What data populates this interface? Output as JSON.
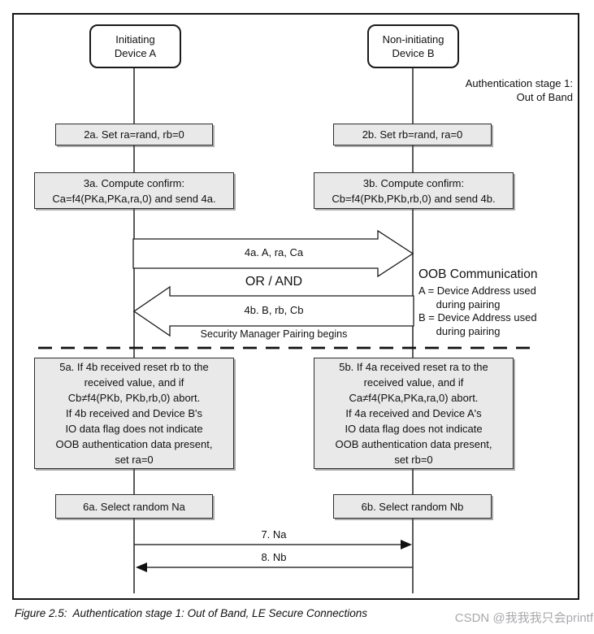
{
  "colors": {
    "box_fill": "#e9e9e9",
    "box_border": "#2e2e2e",
    "lifeline": "#5a5a5a",
    "arrow_outline": "#1a1a1a",
    "watermark_gray": "#a9a9ad",
    "ink": "#111111"
  },
  "actors": {
    "a": "Initiating\nDevice A",
    "b": "Non-initiating\nDevice B"
  },
  "stage_note": "Authentication stage 1:\nOut of Band",
  "steps": {
    "s2a": "2a. Set ra=rand, rb=0",
    "s2b": "2b. Set rb=rand, ra=0",
    "s3a": "3a. Compute confirm:\nCa=f4(PKa,PKa,ra,0) and send 4a.",
    "s3b": "3b. Compute confirm:\nCb=f4(PKb,PKb,rb,0) and send 4b.",
    "s5a": "5a. If 4b received reset rb to the\nreceived value, and if\nCb≠f4(PKb, PKb,rb,0) abort.\nIf 4b received and Device B's\nIO data flag does not indicate\nOOB authentication data present,\nset ra=0",
    "s5b": "5b. If 4a received reset ra to the\nreceived value, and if\nCa≠f4(PKa,PKa,ra,0) abort.\nIf 4a received and Device A's\nIO data flag does not indicate\nOOB authentication data present,\nset rb=0",
    "s6a": "6a. Select random Na",
    "s6b": "6b. Select random Nb"
  },
  "messages": {
    "m4a": "4a. A, ra, Ca",
    "or_and": "OR / AND",
    "m4b": "4b. B, rb, Cb",
    "smp": "Security Manager Pairing begins",
    "m7": "7. Na",
    "m8": "8. Nb"
  },
  "oob_note": {
    "title": "OOB Communication",
    "body": "A = Device Address used\n      during pairing\nB = Device Address used\n      during pairing"
  },
  "caption": "Figure 2.5:  Authentication stage 1: Out of Band, LE Secure Connections",
  "watermark": "CSDN @我我我只会printf"
}
